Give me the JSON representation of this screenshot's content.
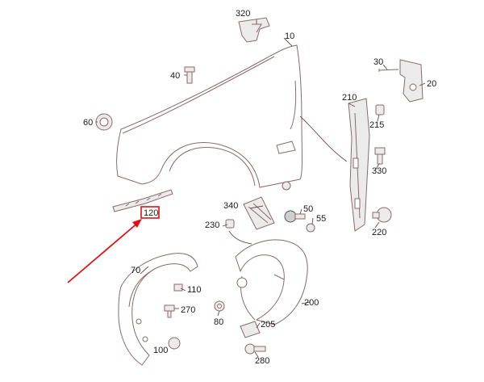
{
  "diagram": {
    "labels": {
      "p10": "10",
      "p20": "20",
      "p30": "30",
      "p40": "40",
      "p50": "50",
      "p55": "55",
      "p60": "60",
      "p70": "70",
      "p80": "80",
      "p100": "100",
      "p110": "110",
      "p120": "120",
      "p200": "200",
      "p205": "205",
      "p210": "210",
      "p215": "215",
      "p220": "220",
      "p230": "230",
      "p270": "270",
      "p280": "280",
      "p320": "320",
      "p330": "330",
      "p340": "340"
    },
    "highlighted_part": "120",
    "colors": {
      "highlight": "#e01010",
      "line": "#8a6a6a"
    }
  }
}
